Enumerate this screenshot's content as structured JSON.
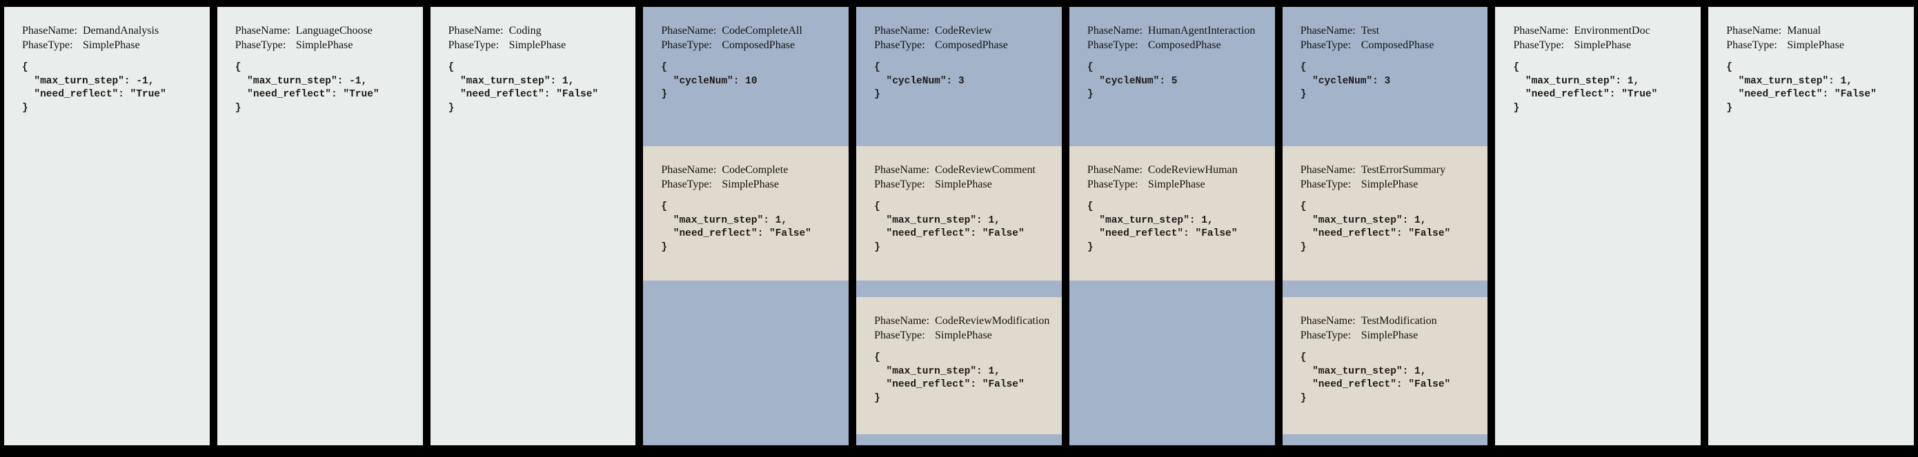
{
  "labels": {
    "phase_name": "PhaseName:",
    "phase_type": "PhaseType:"
  },
  "colors": {
    "frame_bg": "#000000",
    "simple_phase_bg": "#e9edec",
    "composed_phase_bg": "#a3b3ca",
    "nested_phase_bg": "#e0d9cd",
    "text": "#14140f"
  },
  "phases": [
    {
      "name": "DemandAnalysis",
      "type": "SimplePhase",
      "config": "{\n  \"max_turn_step\": -1,\n  \"need_reflect\": \"True\"\n}"
    },
    {
      "name": "LanguageChoose",
      "type": "SimplePhase",
      "config": "{\n  \"max_turn_step\": -1,\n  \"need_reflect\": \"True\"\n}"
    },
    {
      "name": "Coding",
      "type": "SimplePhase",
      "config": "{\n  \"max_turn_step\": 1,\n  \"need_reflect\": \"False\"\n}"
    },
    {
      "name": "CodeCompleteAll",
      "type": "ComposedPhase",
      "config": "{\n  \"cycleNum\": 10\n}",
      "sub_phases": [
        {
          "name": "CodeComplete",
          "type": "SimplePhase",
          "config": "{\n  \"max_turn_step\": 1,\n  \"need_reflect\": \"False\"\n}"
        }
      ]
    },
    {
      "name": "CodeReview",
      "type": "ComposedPhase",
      "config": "{\n  \"cycleNum\": 3\n}",
      "sub_phases": [
        {
          "name": "CodeReviewComment",
          "type": "SimplePhase",
          "config": "{\n  \"max_turn_step\": 1,\n  \"need_reflect\": \"False\"\n}"
        },
        {
          "name": "CodeReviewModification",
          "type": "SimplePhase",
          "config": "{\n  \"max_turn_step\": 1,\n  \"need_reflect\": \"False\"\n}"
        }
      ]
    },
    {
      "name": "HumanAgentInteraction",
      "type": "ComposedPhase",
      "config": "{\n  \"cycleNum\": 5\n}",
      "sub_phases": [
        {
          "name": "CodeReviewHuman",
          "type": "SimplePhase",
          "config": "{\n  \"max_turn_step\": 1,\n  \"need_reflect\": \"False\"\n}"
        }
      ]
    },
    {
      "name": "Test",
      "type": "ComposedPhase",
      "config": "{\n  \"cycleNum\": 3\n}",
      "sub_phases": [
        {
          "name": "TestErrorSummary",
          "type": "SimplePhase",
          "config": "{\n  \"max_turn_step\": 1,\n  \"need_reflect\": \"False\"\n}"
        },
        {
          "name": "TestModification",
          "type": "SimplePhase",
          "config": "{\n  \"max_turn_step\": 1,\n  \"need_reflect\": \"False\"\n}"
        }
      ]
    },
    {
      "name": "EnvironmentDoc",
      "type": "SimplePhase",
      "config": "{\n  \"max_turn_step\": 1,\n  \"need_reflect\": \"True\"\n}"
    },
    {
      "name": "Manual",
      "type": "SimplePhase",
      "config": "{\n  \"max_turn_step\": 1,\n  \"need_reflect\": \"False\"\n}"
    }
  ]
}
